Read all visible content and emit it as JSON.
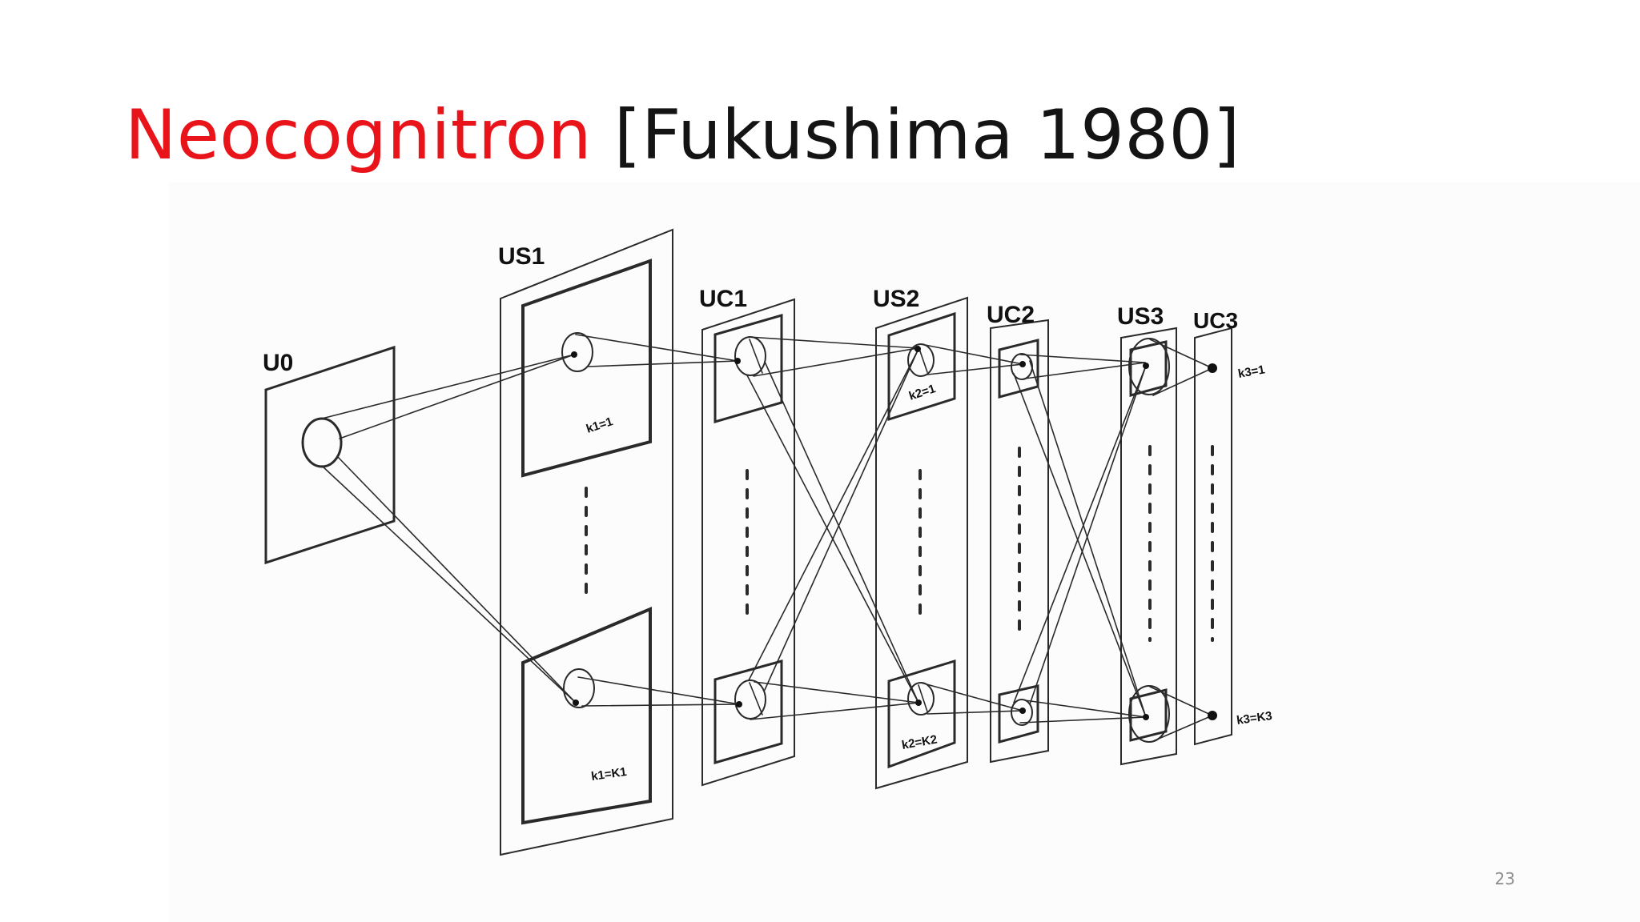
{
  "slide": {
    "title_highlight": "Neocognitron",
    "title_rest": "[Fukushima 1980]",
    "page_number": "23"
  },
  "diagram": {
    "layers": {
      "u0": "U0",
      "us1": "US1",
      "uc1": "UC1",
      "us2": "US2",
      "uc2": "UC2",
      "us3": "US3",
      "uc3": "UC3"
    },
    "plane_labels": {
      "k1_first": "k1=1",
      "k1_last": "k1=K1",
      "k2_first": "k2=1",
      "k2_last": "k2=K2",
      "k3_first": "k3=1",
      "k3_last": "k3=K3"
    }
  }
}
